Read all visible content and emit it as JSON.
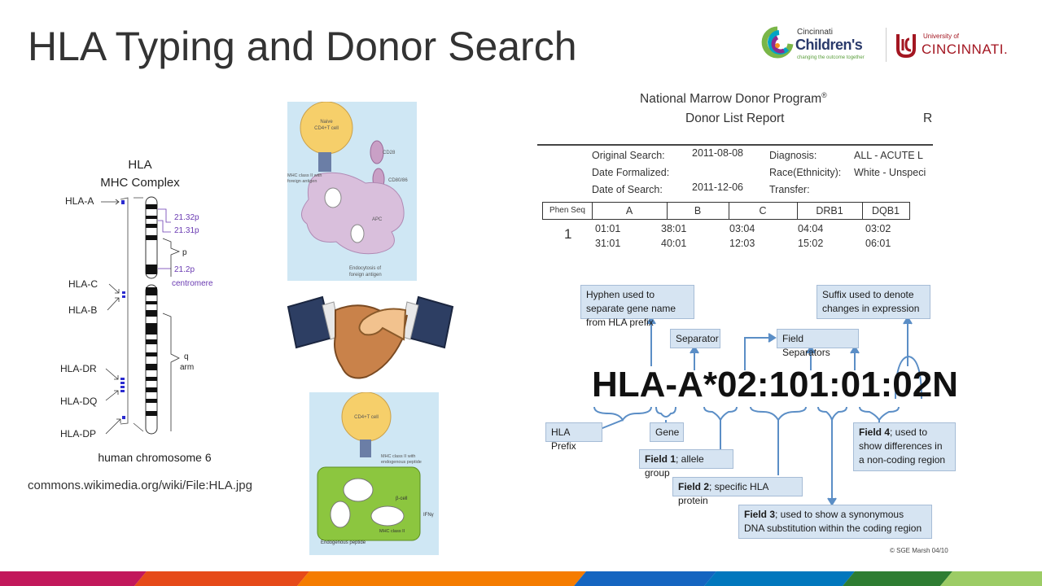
{
  "slide": {
    "title": "HLA Typing and Donor Search",
    "credit": "commons.wikimedia.org/wiki/File:HLA.jpg"
  },
  "logos": {
    "cincinnati_childrens": {
      "line1": "Cincinnati",
      "line2": "Children's",
      "tagline": "changing the outcome together"
    },
    "uc": {
      "line1": "University of",
      "line2": "CINCINNATI."
    }
  },
  "chromosome": {
    "title_line1": "HLA",
    "title_line2": "MHC Complex",
    "caption": "human chromosome 6",
    "loci": [
      "HLA-A",
      "HLA-C",
      "HLA-B",
      "HLA-DR",
      "HLA-DQ",
      "HLA-DP"
    ],
    "bands": {
      "b1": "21.32p",
      "b2": "21.31p",
      "p": "p",
      "b3": "21.2p",
      "centromere": "centromere",
      "q": "q",
      "arm": "arm"
    }
  },
  "immune_top": {
    "naive": "Naive",
    "cd4_tcell": "CD4+T cell",
    "cd28": "CD28",
    "cd80": "CD80/86",
    "mhc1": "MHC class II with",
    "mhc2": "foreign antigen",
    "apc": "APC",
    "endo1": "Endocytosis of",
    "endo2": "foreign antigen"
  },
  "immune_bottom": {
    "cd4": "CD4+T cell",
    "mhc1": "MHC class II with",
    "mhc2": "endogenous peptide",
    "bcell": "β-cell",
    "ifn": "IFNγ",
    "mhcii": "MHC class II",
    "endo": "Endogenous peptide"
  },
  "report": {
    "org": "National Marrow Donor Program",
    "reg": "®",
    "title": "Donor List Report",
    "r": "R",
    "fields": {
      "original_search_label": "Original Search:",
      "original_search_value": "2011-08-08",
      "date_formalized_label": "Date Formalized:",
      "date_of_search_label": "Date of Search:",
      "date_of_search_value": "2011-12-06",
      "diagnosis_label": "Diagnosis:",
      "diagnosis_value": "ALL - ACUTE L",
      "race_label": "Race(Ethnicity):",
      "race_value": "White - Unspeci",
      "transfer_label": "Transfer:"
    },
    "table": {
      "headers": [
        "Phen Seq",
        "A",
        "B",
        "C",
        "DRB1",
        "DQB1"
      ],
      "phen": "1",
      "rows": [
        [
          "01:01",
          "38:01",
          "03:04",
          "04:04",
          "03:02"
        ],
        [
          "31:01",
          "40:01",
          "12:03",
          "15:02",
          "06:01"
        ]
      ]
    }
  },
  "nomenclature": {
    "allele": "HLA-A*02:101:01:02N",
    "labels": {
      "hyphen": "Hyphen used to separate gene name from HLA prefix",
      "separator": "Separator",
      "field_separators": "Field Separators",
      "suffix": "Suffix used to denote changes in expression",
      "prefix": "HLA Prefix",
      "gene": "Gene",
      "field1_b": "Field 1",
      "field1_rest": "; allele group",
      "field2_b": "Field 2",
      "field2_rest": "; specific HLA protein",
      "field3_b": "Field 3",
      "field3_rest": "; used to show a synonymous DNA substitution within the coding region",
      "field4_b": "Field 4",
      "field4_rest": "; used to show differences in a non-coding region"
    },
    "copyright": "© SGE Marsh 04/10"
  },
  "colors": {
    "title": "#333333",
    "box_fill": "#d6e4f2",
    "arrow": "#5b8ec6",
    "chromosome_mark": "#2b2bd0",
    "band_purple": "#6a3ab2",
    "bar": [
      "#c2185b",
      "#e64a19",
      "#f57c00",
      "#1565c0",
      "#0277bd",
      "#2e7d32",
      "#9ccc65"
    ]
  }
}
